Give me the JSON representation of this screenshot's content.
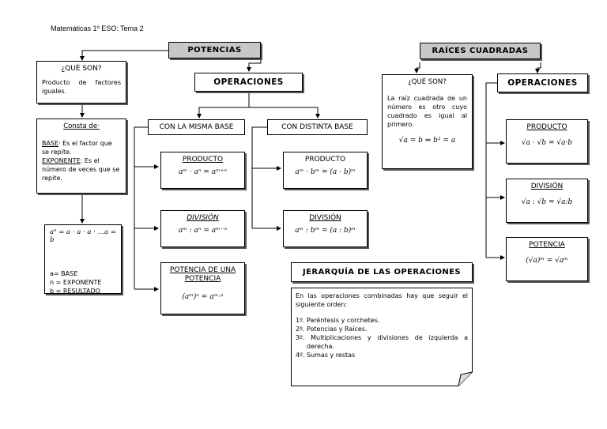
{
  "doc": {
    "title": "Matemáticas 1º ESO: Tema 2"
  },
  "potencias": {
    "header": "POTENCIAS",
    "que_son": {
      "title": "¿QUÉ SON?",
      "text": "Producto de factores iguales."
    },
    "consta": {
      "title": "Consta de·",
      "base_term": "BASE",
      "base_text": "· Es el factor que se repite.",
      "exp_term": "EXPONENTE",
      "exp_text": ": Es el número de veces que se repite."
    },
    "definicion": {
      "formula": "aⁿ = a · a · a · …a = b",
      "legend": [
        "a= BASE",
        "n = EXPONENTE",
        "b = RESULTADO"
      ]
    },
    "operaciones": {
      "header": "OPERACIONES",
      "misma_base": {
        "label": "CON LA MISMA BASE",
        "producto": {
          "title": "PRODUCTO",
          "formula": "aᵐ · aⁿ = aᵐ⁺ⁿ"
        },
        "division": {
          "title": "DIVISIÓN",
          "formula": "aᵐ : aⁿ = aᵐ⁻ⁿ"
        },
        "potencia": {
          "title": "POTENCIA DE UNA POTENCIA",
          "formula": "(aᵐ)ⁿ = aᵐ·ⁿ"
        }
      },
      "distinta_base": {
        "label": "CON DISTINTA BASE",
        "producto": {
          "title": "PRODUCTO",
          "formula": "aᵐ · bᵐ = (a · b)ᵐ"
        },
        "division": {
          "title": "DIVISIÓN",
          "formula": "aᵐ : bᵐ = (a : b)ᵐ"
        }
      }
    }
  },
  "raices": {
    "header": "RAÍCES CUADRADAS",
    "que_son": {
      "title": "¿QUÉ SON?",
      "text": "La raíz cuadrada de un número es otro cuyo cuadrado es igual al primero.",
      "formula": "√a = b ⇔ b² = a"
    },
    "operaciones": {
      "header": "OPERACIONES",
      "producto": {
        "title": "PRODUCTO",
        "formula": "√a · √b = √a·b"
      },
      "division": {
        "title": "DIVISIÓN",
        "formula": "√a : √b = √a:b"
      },
      "potencia": {
        "title": "POTENCIA",
        "formula": "(√a)ᵐ = √aᵐ"
      }
    }
  },
  "jerarquia": {
    "header": "JERARQUÍA DE LAS OPERACIONES",
    "intro": "En las operaciones combinadas hay que seguir el siguiente orden:",
    "steps": [
      "1º. Paréntesis y corchetes.",
      "2º. Potencias y Raíces.",
      "3º. Multiplicaciones y divisiones de izquierda a derecha.",
      "4º. Sumas y restas"
    ]
  }
}
